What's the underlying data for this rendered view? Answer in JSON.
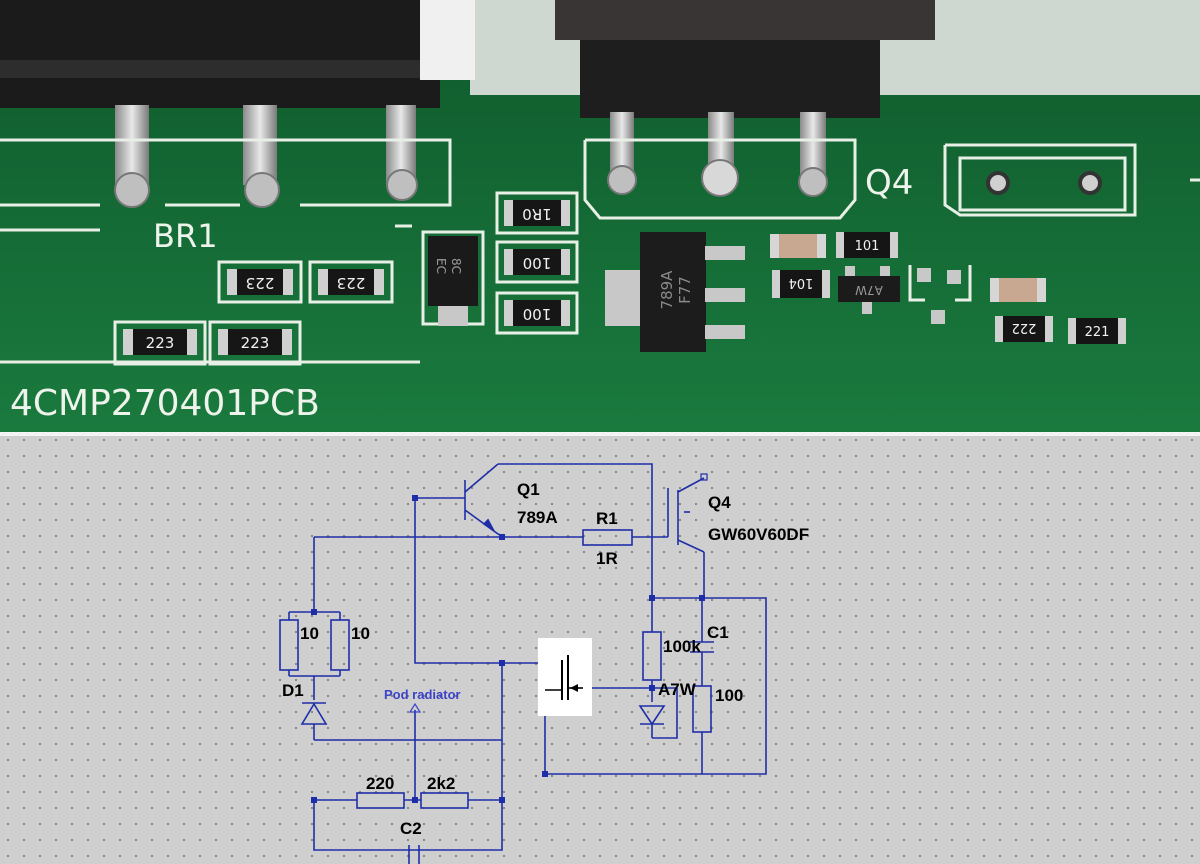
{
  "pcb": {
    "board_id": "4CMP270401PCB",
    "silkscreen": {
      "bridge": "BR1",
      "transistor": "Q4"
    },
    "markings": {
      "smd_upper_left_1": "223",
      "smd_upper_left_2": "223",
      "smd_lower_left_1": "223",
      "smd_lower_left_2": "223",
      "res_1r0": "1R0",
      "res_100_a": "100",
      "res_100_b": "100",
      "diode_code_1": "EC",
      "diode_code_2": "8C",
      "regulator_line_1": "789A",
      "regulator_line_2": "F77",
      "res_101": "101",
      "res_104": "104",
      "sot23": "A7W",
      "res_222": "222",
      "res_221": "221"
    }
  },
  "schematic": {
    "q1_name": "Q1",
    "q1_value": "789A",
    "r1_name": "R1",
    "r1_value": "1R",
    "q4_name": "Q4",
    "q4_value": "GW60V60DF",
    "res_10_a": "10",
    "res_10_b": "10",
    "d1_name": "D1",
    "note": "Pod radiator",
    "c1_name": "C1",
    "r_100k": "100k",
    "zener_value": "A7W",
    "r_100": "100",
    "r_220": "220",
    "r_2k2": "2k2",
    "c2_name": "C2",
    "colors": {
      "wire": "#1e2ea8",
      "text": "#000000",
      "note": "#3b44c8"
    }
  }
}
